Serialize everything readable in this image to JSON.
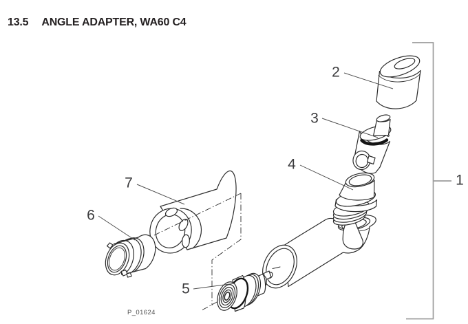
{
  "header": {
    "section": "13.5",
    "title": "ANGLE ADAPTER, WA60 C4"
  },
  "figure": {
    "reference": "P_01624",
    "callouts": [
      {
        "label": "1"
      },
      {
        "label": "2"
      },
      {
        "label": "3"
      },
      {
        "label": "4"
      },
      {
        "label": "5"
      },
      {
        "label": "6"
      },
      {
        "label": "7"
      }
    ]
  },
  "colors": {
    "drawing_line": "#2b2b2b",
    "bracket": "#9c9c9c",
    "callout_text": "#3a3a3c",
    "title_text": "#231f20",
    "reference_text": "#4f4f4f"
  }
}
